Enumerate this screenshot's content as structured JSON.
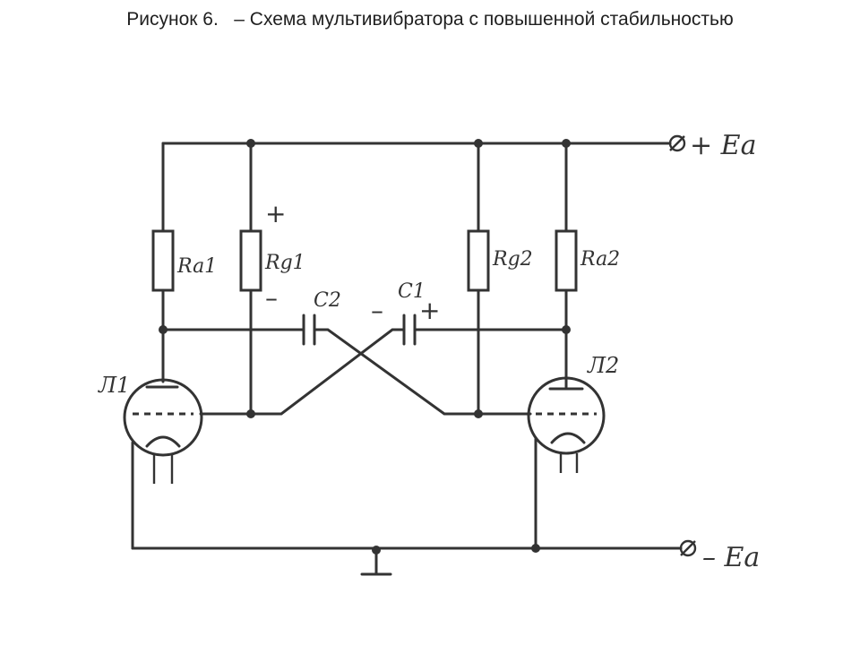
{
  "title": "Рисунок 6.   – Схема мультивибратора с повышенной стабильностью",
  "labels": {
    "ra1": "Ra1",
    "rg1": "Rg1",
    "rg2": "Rg2",
    "ra2": "Ra2",
    "c1": "C1",
    "c2": "C2",
    "tube1": "Л1",
    "tube2": "Л2",
    "plus_ea": "+ Eа",
    "minus_ea": "– Eа",
    "plus_sign": "+",
    "minus_sign": "–"
  },
  "colors": {
    "ink": "#333333",
    "background": "#ffffff"
  }
}
